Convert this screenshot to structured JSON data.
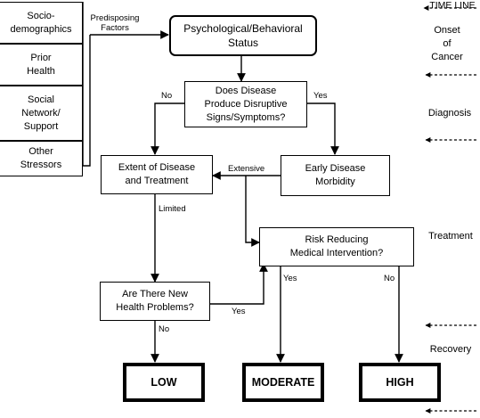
{
  "factors": [
    {
      "text": "Socio-\ndemographics"
    },
    {
      "text": "Prior\nHealth"
    },
    {
      "text": "Social\nNetwork/\nSupport"
    },
    {
      "text": "Other\nStressors"
    }
  ],
  "boxes": {
    "psych": "Psychological/Behavioral\nStatus",
    "disease": "Does Disease\nProduce Disruptive\nSigns/Symptoms?",
    "extent": "Extent of Disease\nand Treatment",
    "early": "Early Disease\nMorbidity",
    "risk": "Risk Reducing\nMedical Intervention?",
    "newprob": "Are There New\nHealth Problems?"
  },
  "outcomes": {
    "low": "LOW",
    "moderate": "MODERATE",
    "high": "HIGH"
  },
  "edge_labels": {
    "predisposing": "Predisposing\nFactors",
    "no_disease": "No",
    "yes_disease": "Yes",
    "extensive": "Extensive",
    "limited": "Limited",
    "yes_newprob": "Yes",
    "no_newprob": "No",
    "yes_risk": "Yes",
    "no_risk": "No"
  },
  "timeline": {
    "title": "TIME LINE",
    "phases": [
      "Onset\nof\nCancer",
      "Diagnosis",
      "Treatment",
      "Recovery"
    ]
  }
}
